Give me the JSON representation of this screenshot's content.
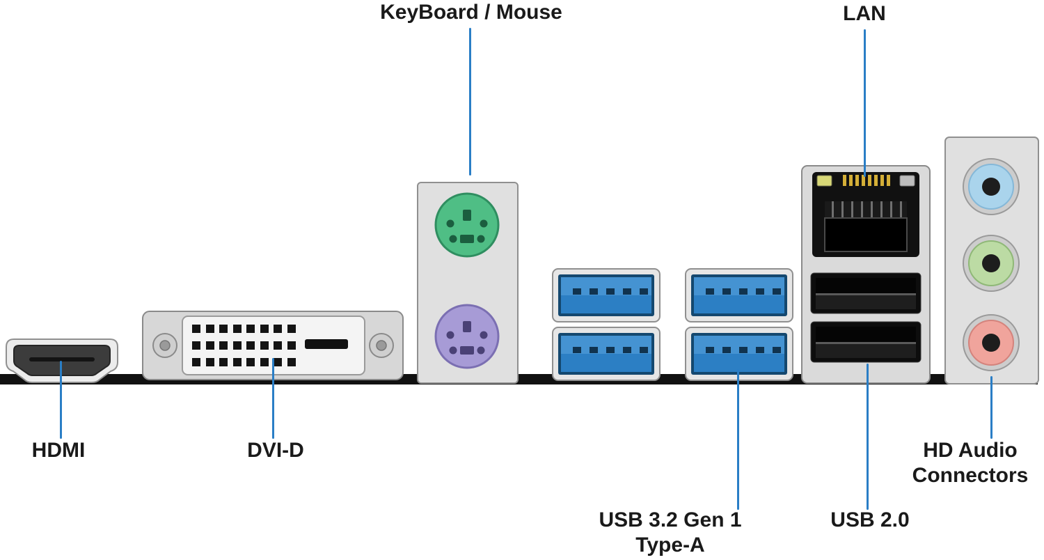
{
  "labels": {
    "keyboard_mouse": "KeyBoard / Mouse",
    "lan": "LAN",
    "hdmi": "HDMI",
    "dvi": "DVI-D",
    "usb32_line1": "USB 3.2 Gen 1",
    "usb32_line2": "Type-A",
    "usb20": "USB 2.0",
    "hd_audio_line1": "HD Audio",
    "hd_audio_line2": "Connectors"
  },
  "ports": [
    {
      "name": "hdmi-port"
    },
    {
      "name": "dvi-d-port"
    },
    {
      "name": "ps2-keyboard-port"
    },
    {
      "name": "ps2-mouse-port"
    },
    {
      "name": "usb3-type-a-port",
      "count": 4
    },
    {
      "name": "lan-rj45-port"
    },
    {
      "name": "usb2-port",
      "count": 2
    },
    {
      "name": "audio-jack",
      "count": 3
    }
  ],
  "colors": {
    "label_text": "#1a1a1a",
    "leader_line": "#2a7ec6",
    "edge_bar": "#111111",
    "ps2_keyboard_green": "#4fbe85",
    "ps2_mouse_purple": "#a79bd6",
    "usb3_blue": "#2c7fc4",
    "usb3_tongue_blue": "#4593d2",
    "usb2_black": "#0d0d0d",
    "audio_line_in_blue": "#aad4ec",
    "audio_line_out_green": "#bcdba4",
    "audio_mic_pink": "#f0a49c",
    "lan_led_active": "#d8d877",
    "metal_silver": "#dcdcdc"
  }
}
